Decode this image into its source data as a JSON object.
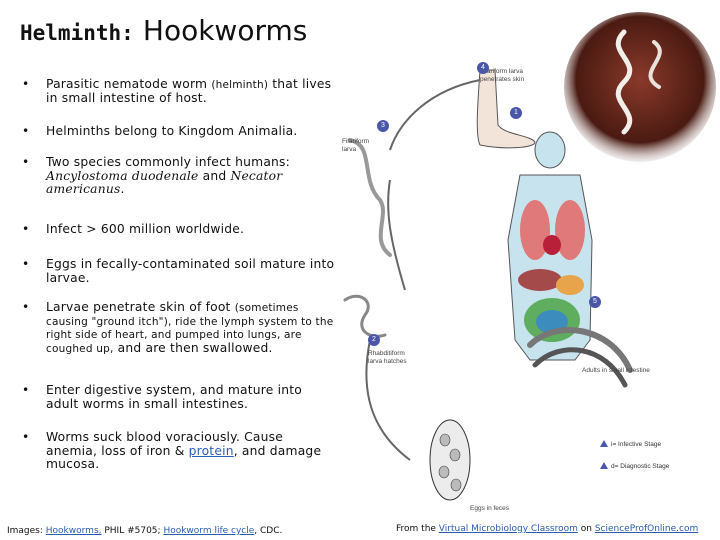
{
  "title": {
    "part1": "Helminth:",
    "part2": "Hookworms"
  },
  "bullets": [
    {
      "a": "Parasitic nematode worm ",
      "small": "(helminth)",
      "b": " that lives in small intestine of host."
    },
    {
      "text": "Helminths belong to Kingdom Animalia."
    },
    {
      "a": "Two species commonly infect humans: ",
      "i1": "Ancylostoma duodenale",
      "b": " and ",
      "i2": "Necator americanus",
      "c": "."
    },
    {
      "text": "Infect > 600 million worldwide."
    },
    {
      "text": "Eggs in fecally-contaminated soil mature into larvae."
    },
    {
      "a": "Larvae penetrate skin of foot ",
      "small": "(sometimes causing \"ground itch\"), ride the lymph system to the right side of heart, and pumped into lungs, are coughed up,",
      "b": " and are then swallowed."
    },
    {
      "text": "Enter digestive system, and mature into adult worms in small intestines."
    },
    {
      "a": "Worms suck blood voraciously. Cause anemia, loss of iron & ",
      "link": "protein",
      "b": ", and damage mucosa."
    }
  ],
  "bullet_symbol": "•",
  "footer": {
    "left_prefix": "Images: ",
    "left_link1": "Hookworms,",
    "left_mid": " PHIL #5705; ",
    "left_link2": "Hookworm life cycle",
    "left_suffix": ", CDC.",
    "right_prefix": "From the ",
    "right_link1": "Virtual Microbiology Classroom",
    "right_mid": " on ",
    "right_link2": "ScienceProfOnline.com"
  },
  "diagram": {
    "labels": {
      "filariform_skin": "Filariform larva penetrates skin",
      "filariform": "Filariform larva",
      "rhabditiform": "Rhabditiform larva hatches",
      "adults": "Adults in small intestine",
      "eggs": "Eggs in feces"
    },
    "numbers": [
      "1",
      "2",
      "3",
      "4",
      "5"
    ],
    "legend": {
      "infective": "= Infective Stage",
      "diagnostic": "= Diagnostic Stage",
      "i_letter": "i",
      "d_letter": "d"
    }
  },
  "colors": {
    "accent_blue": "#4a56a8",
    "link": "#2a5db0"
  }
}
